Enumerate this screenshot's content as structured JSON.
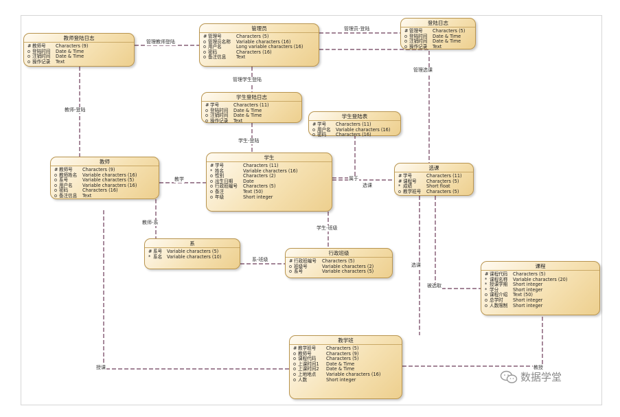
{
  "entities": {
    "teacher_login_log": {
      "title": "教师登陆日志",
      "rows": [
        {
          "m": "#",
          "f": "教师号",
          "t": "Characters (9)"
        },
        {
          "m": "o",
          "f": "登陆时间",
          "t": "Date & Time"
        },
        {
          "m": "o",
          "f": "注销时间",
          "t": "Date & Time"
        },
        {
          "m": "o",
          "f": "操作记录",
          "t": "Text"
        }
      ]
    },
    "admin": {
      "title": "管理员",
      "rows": [
        {
          "m": "#",
          "f": "管理号",
          "t": "Characters (5)"
        },
        {
          "m": "o",
          "f": "管理员名称",
          "t": "Variable characters (16)"
        },
        {
          "m": "o",
          "f": "用户名",
          "t": "Long variable characters (16)"
        },
        {
          "m": "o",
          "f": "密码",
          "t": "Characters (16)"
        },
        {
          "m": "o",
          "f": "备注信息",
          "t": "Text"
        }
      ]
    },
    "login_log": {
      "title": "登陆日志",
      "rows": [
        {
          "m": "#",
          "f": "管理号",
          "t": "Characters (5)"
        },
        {
          "m": "o",
          "f": "登陆时间",
          "t": "Date & Time"
        },
        {
          "m": "o",
          "f": "注销时间",
          "t": "Date & Time"
        },
        {
          "m": "o",
          "f": "操作记录",
          "t": "Text"
        }
      ]
    },
    "student_login_log": {
      "title": "学生登陆日志",
      "rows": [
        {
          "m": "#",
          "f": "学号",
          "t": "Characters (11)"
        },
        {
          "m": "o",
          "f": "登陆时间",
          "t": "Date & Time"
        },
        {
          "m": "o",
          "f": "注销时间",
          "t": "Date & Time"
        },
        {
          "m": "o",
          "f": "操作记录",
          "t": "Text"
        }
      ]
    },
    "student_login_table": {
      "title": "学生登陆表",
      "rows": [
        {
          "m": "#",
          "f": "学号",
          "t": "Characters (11)"
        },
        {
          "m": "o",
          "f": "用户名",
          "t": "Variable characters (16)"
        },
        {
          "m": "o",
          "f": "密码",
          "t": "Characters (16)"
        }
      ]
    },
    "teacher": {
      "title": "教师",
      "rows": [
        {
          "m": "#",
          "f": "教师号",
          "t": "Characters (9)"
        },
        {
          "m": "o",
          "f": "教师姓名",
          "t": "Variable characters (16)"
        },
        {
          "m": "o",
          "f": "系号",
          "t": "Variable characters (5)"
        },
        {
          "m": "o",
          "f": "用户名",
          "t": "Variable characters (16)"
        },
        {
          "m": "o",
          "f": "密码",
          "t": "Characters (16)"
        },
        {
          "m": "o",
          "f": "备注信息",
          "t": "Text"
        }
      ]
    },
    "student": {
      "title": "学生",
      "rows": [
        {
          "m": "#",
          "f": "学号",
          "t": "Characters (11)"
        },
        {
          "m": "*",
          "f": "姓名",
          "t": "Variable characters (16)"
        },
        {
          "m": "o",
          "f": "性别",
          "t": "Characters (2)"
        },
        {
          "m": "o",
          "f": "出生日期",
          "t": "Date"
        },
        {
          "m": "o",
          "f": "行政班编号",
          "t": "Characters (5)"
        },
        {
          "m": "o",
          "f": "备注",
          "t": "Text (50)"
        },
        {
          "m": "o",
          "f": "年级",
          "t": "Short integer"
        }
      ]
    },
    "course_selection": {
      "title": "选课",
      "rows": [
        {
          "m": "#",
          "f": "学号",
          "t": "Characters (11)"
        },
        {
          "m": "#",
          "f": "课程号",
          "t": "Characters (5)"
        },
        {
          "m": "*",
          "f": "成绩",
          "t": "Short float"
        },
        {
          "m": "o",
          "f": "教学班号",
          "t": "Characters (5)"
        }
      ]
    },
    "department": {
      "title": "系",
      "rows": [
        {
          "m": "#",
          "f": "系号",
          "t": "Variable characters (5)"
        },
        {
          "m": "*",
          "f": "系名",
          "t": "Variable characters (10)"
        }
      ]
    },
    "admin_class": {
      "title": "行政班级",
      "rows": [
        {
          "m": "#",
          "f": "行政班编号",
          "t": "Characters (5)"
        },
        {
          "m": "o",
          "f": "班级号",
          "t": "Variable characters (2)"
        },
        {
          "m": "o",
          "f": "系号",
          "t": "Variable characters (5)"
        }
      ]
    },
    "course": {
      "title": "课程",
      "rows": [
        {
          "m": "#",
          "f": "课程代码",
          "t": "Characters (5)"
        },
        {
          "m": "*",
          "f": "课程名称",
          "t": "Variable characters (20)"
        },
        {
          "m": "*",
          "f": "授课学期",
          "t": "Short integer"
        },
        {
          "m": "*",
          "f": "学分",
          "t": "Short integer"
        },
        {
          "m": "o",
          "f": "课程介绍",
          "t": "Text (50)"
        },
        {
          "m": "o",
          "f": "总学时",
          "t": "Short integer"
        },
        {
          "m": "o",
          "f": "人数限制",
          "t": "Short integer"
        }
      ]
    },
    "teaching_class": {
      "title": "教学班",
      "rows": [
        {
          "m": "#",
          "f": "教学班号",
          "t": "Characters (5)"
        },
        {
          "m": "o",
          "f": "教师号",
          "t": "Characters (9)"
        },
        {
          "m": "o",
          "f": "课程代码",
          "t": "Characters (5)"
        },
        {
          "m": "o",
          "f": "上课时间1",
          "t": "Date & Time"
        },
        {
          "m": "o",
          "f": "上课时间2",
          "t": "Date & Time"
        },
        {
          "m": "o",
          "f": "上地地点",
          "t": "Variable characters (16)"
        },
        {
          "m": "o",
          "f": "人数",
          "t": "Short integer"
        }
      ]
    }
  },
  "relationships": {
    "admin_teacher_login": "管理教师登陆",
    "admin_login": "管理员-登陆",
    "admin_student_login": "管理学生登陆",
    "teacher_login": "教师-登陆",
    "student_login": "学生-登陆",
    "admin_selection": "管理选课",
    "teaching": "教学",
    "teacher_dept": "教师-系",
    "select_course": "选课",
    "belong": "属于",
    "student_class": "学生-班级",
    "dept_class": "系-班级",
    "selected": "选课",
    "selected_by": "被选取",
    "lecture": "授课",
    "teach": "教授"
  },
  "watermark": "数据学堂"
}
